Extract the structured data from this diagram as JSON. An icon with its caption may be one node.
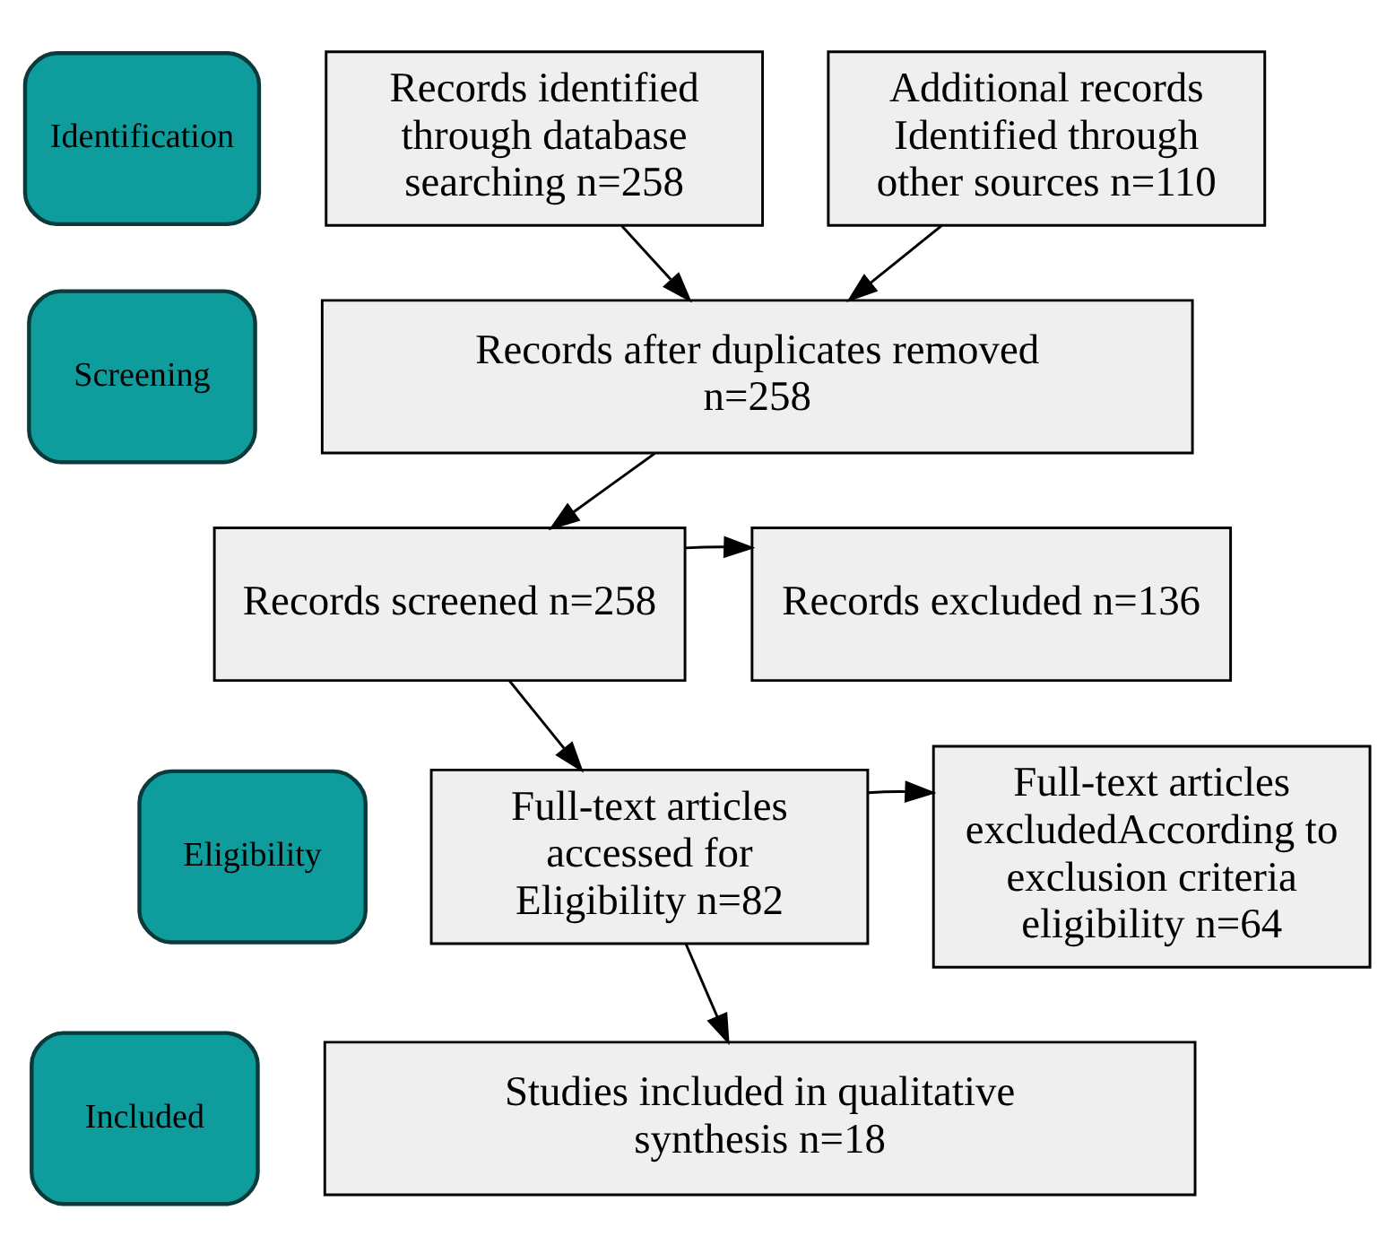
{
  "diagram": {
    "nodes": [
      {
        "text": [
          "Identification"
        ]
      },
      {
        "text": [
          "Screening"
        ]
      },
      {
        "text": [
          "Eligibility"
        ]
      },
      {
        "text": [
          "Included"
        ]
      },
      {
        "text": [
          "Records identified through database searching n=258"
        ]
      },
      {
        "text": [
          "Additional records Identified through other sources n=110"
        ]
      },
      {
        "text": [
          "Records after duplicates removed n=258"
        ]
      },
      {
        "text": [
          "Records screened n=258"
        ]
      },
      {
        "text": [
          "Records excluded n=136"
        ]
      },
      {
        "text": [
          "Full-text articles accessed for Eligibility n=82"
        ]
      },
      {
        "text": [
          "Full-text articles excludedAccording to exclusion criteria eligibility n=64"
        ]
      },
      {
        "text": [
          "Studies included in qualitative synthesis n=18"
        ]
      }
    ],
    "edges": [
      {
        "from": 4,
        "to": 6,
        "arrow": "to"
      },
      {
        "from": 5,
        "to": 6,
        "arrow": "to"
      },
      {
        "from": 6,
        "to": 7,
        "arrow": "to"
      },
      {
        "from": 7,
        "to": 8,
        "arrow": "to"
      },
      {
        "from": 7,
        "to": 9,
        "arrow": "to"
      },
      {
        "from": 9,
        "to": 10,
        "arrow": "to"
      },
      {
        "from": 9,
        "to": 11,
        "arrow": "to"
      }
    ]
  }
}
